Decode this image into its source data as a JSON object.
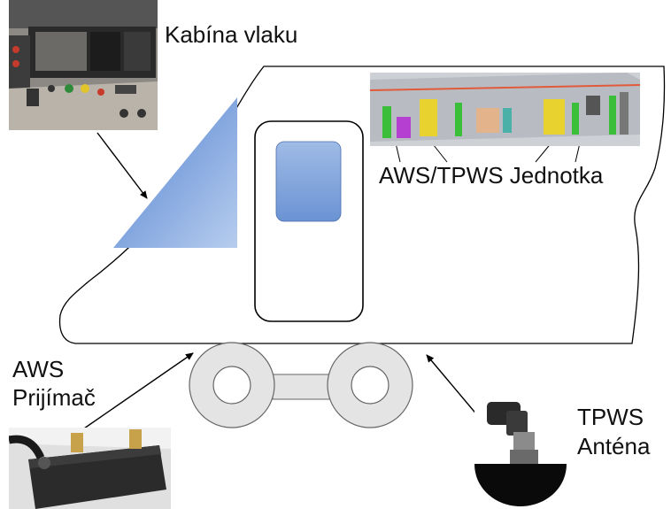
{
  "labels": {
    "cab": "Kabína vlaku",
    "unit": "AWS/TPWS Jednotka",
    "aws_line1": "AWS",
    "aws_line2": "Prijímač",
    "tpws_line1": "TPWS",
    "tpws_line2": "Anténa"
  },
  "colors": {
    "window_blue": "#6f97d4",
    "wheel_fill": "#e4e4e4",
    "outline": "#000000"
  }
}
